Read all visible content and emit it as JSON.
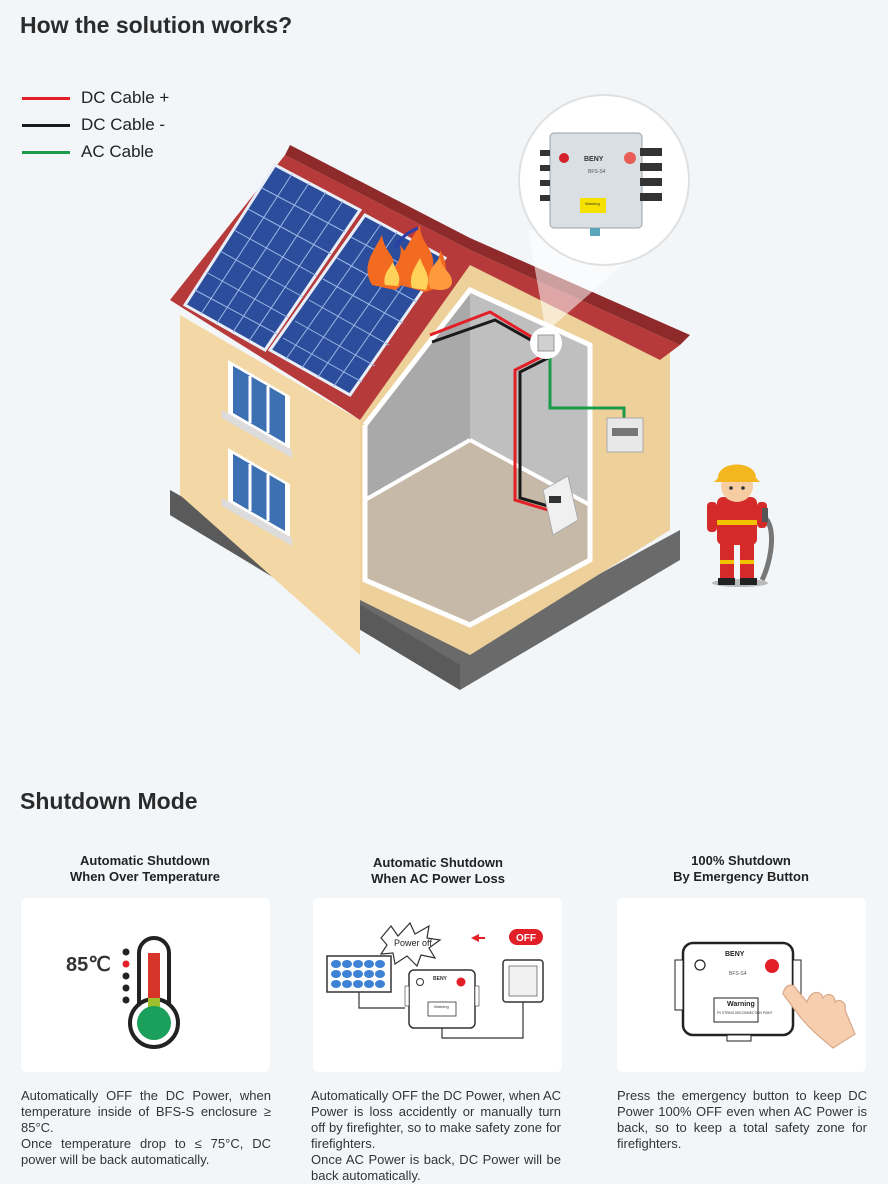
{
  "heading": "How the solution works?",
  "legend": [
    {
      "label": "DC Cable +",
      "color": "#e21f26"
    },
    {
      "label": "DC Cable -",
      "color": "#1a1a1a"
    },
    {
      "label": "AC Cable",
      "color": "#1a9a4a"
    }
  ],
  "device": {
    "brand": "BENY",
    "model": "BFS-S4",
    "warning": "Warning"
  },
  "shutdown": {
    "heading": "Shutdown Mode",
    "modes": [
      {
        "title_line1": "Automatic Shutdown",
        "title_line2": "When Over Temperature",
        "temperature": "85℃",
        "desc1": "Automatically OFF the DC Power, when temperature inside of BFS-S enclosure ≥ 85°C.",
        "desc2": "Once temperature drop to ≤ 75°C, DC power will be back automatically."
      },
      {
        "title_line1": "Automatic Shutdown",
        "title_line2": "When AC Power Loss",
        "power_off": "Power off",
        "off": "OFF",
        "desc1": "Automatically OFF the DC Power, when AC Power is loss accidently or manually turn off by firefighter, so to make safety zone for firefighters.",
        "desc2": "Once AC Power is back, DC Power will be back automatically."
      },
      {
        "title_line1": "100% Shutdown",
        "title_line2": "By Emergency Button",
        "warning_sub": "PV STRING DISCONNECTION POINT",
        "desc1": "Press the emergency button to keep DC Power 100% OFF even when AC Power is back, so to keep a total safety zone for firefighters."
      }
    ]
  }
}
